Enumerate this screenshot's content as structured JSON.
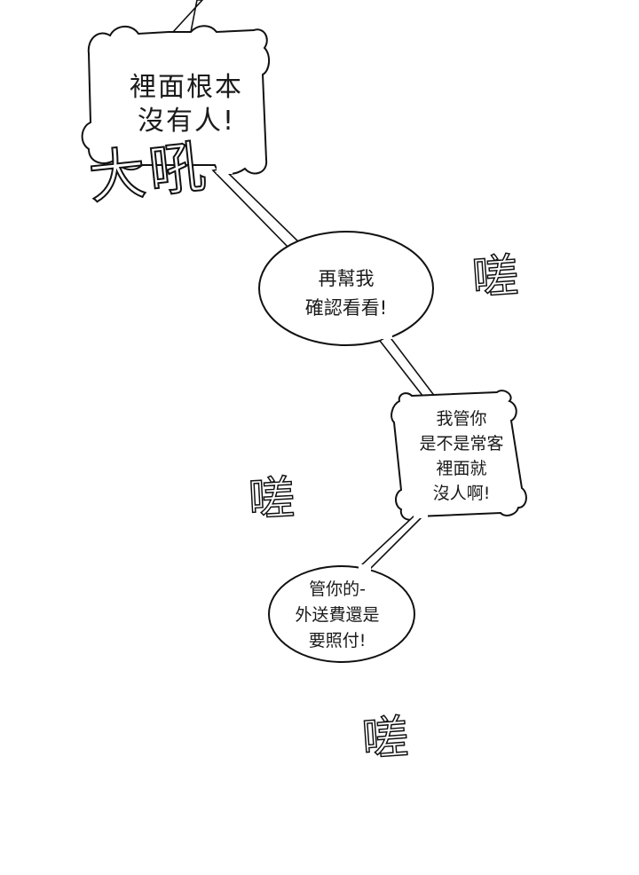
{
  "bubbles": [
    {
      "lines": [
        "裡面根本",
        "沒有人!"
      ]
    },
    {
      "lines": [
        "再幫我",
        "確認看看!"
      ]
    },
    {
      "lines": [
        "我管你",
        "是不是常客",
        "裡面就",
        "沒人啊!"
      ]
    },
    {
      "lines": [
        "管你的-",
        "外送費還是",
        "要照付!"
      ]
    }
  ],
  "sfx": {
    "shout": "大吼",
    "mutter": "嗟"
  }
}
